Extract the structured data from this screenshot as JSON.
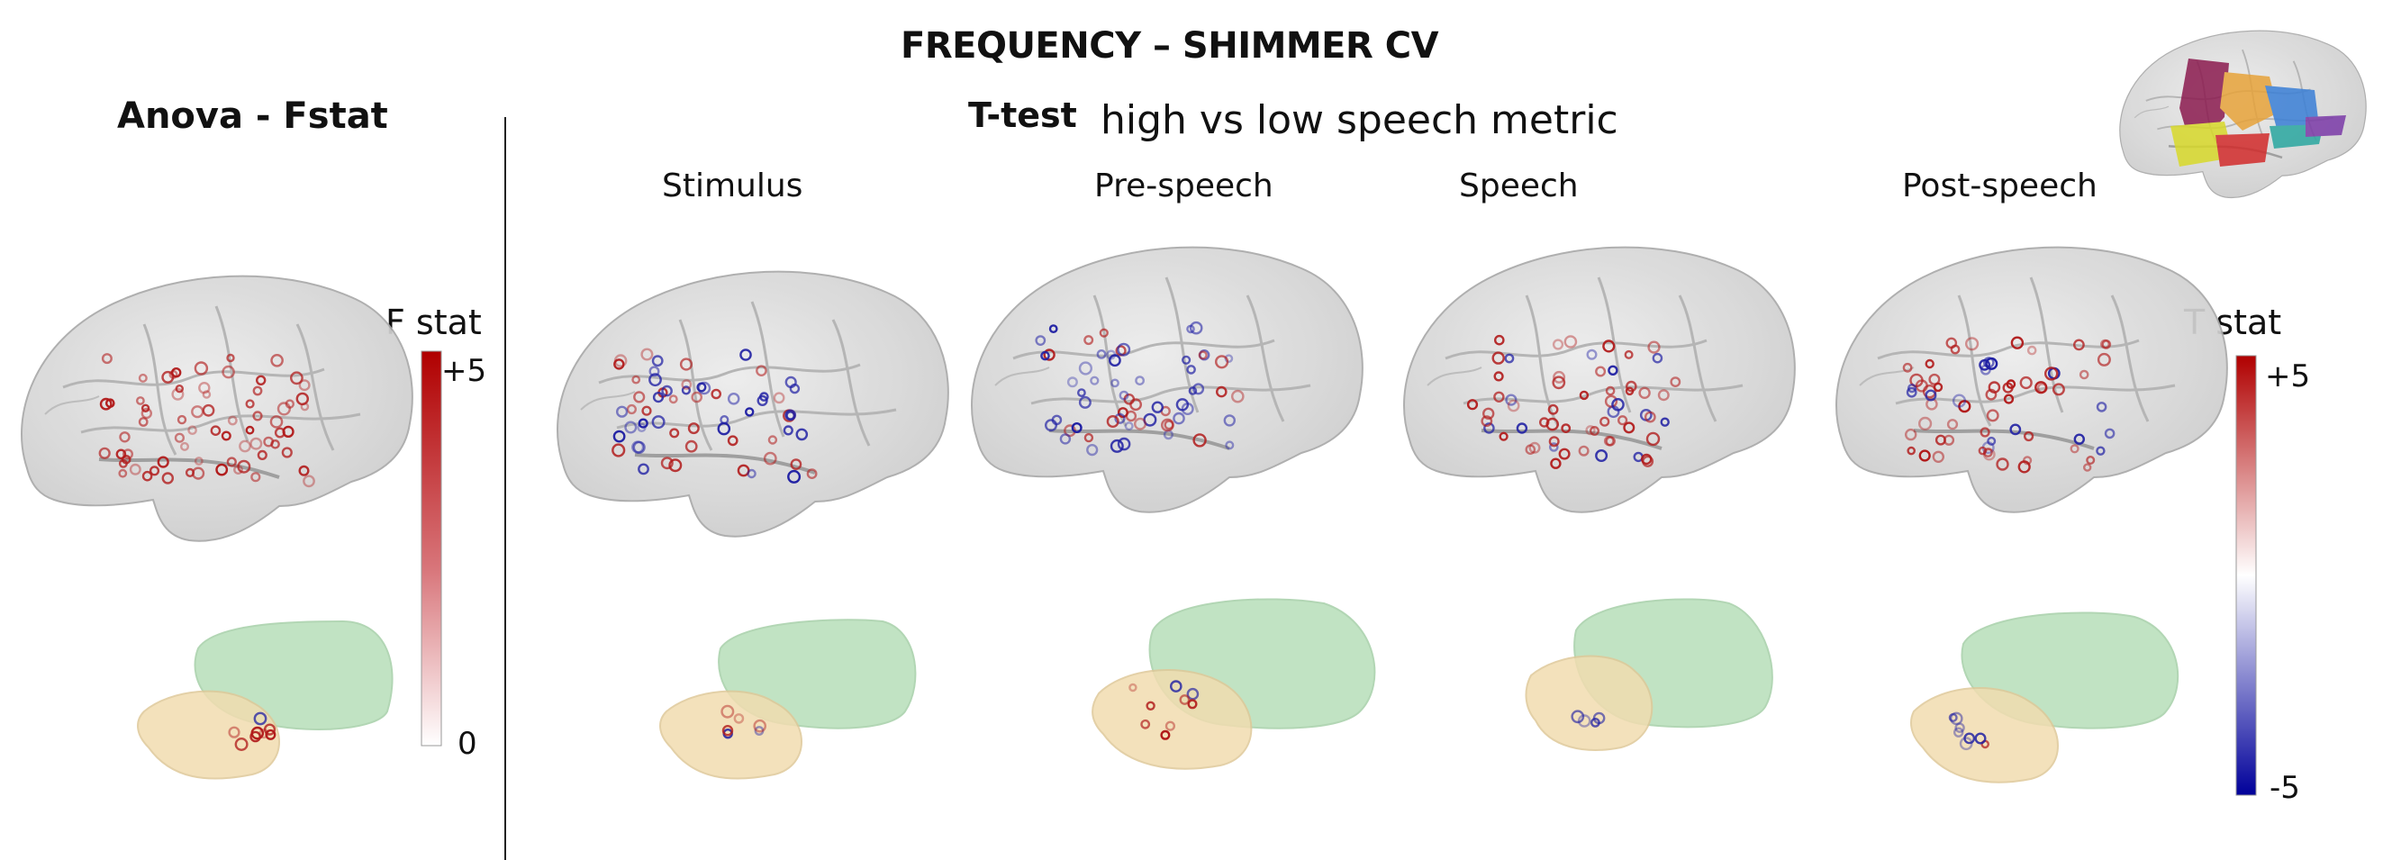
{
  "title": "FREQUENCY – SHIMMER CV",
  "anova": {
    "title": "Anova - Fstat"
  },
  "ttest": {
    "title_bold": "T-test",
    "title_rest": "high vs low speech metric"
  },
  "phases": [
    "Stimulus",
    "Pre-speech",
    "Speech",
    "Post-speech"
  ],
  "fstat_colorbar": {
    "label": "F stat",
    "max_label": "+5",
    "min_label": "0",
    "top_color": "#b00000",
    "bottom_color": "#ffffff"
  },
  "tstat_colorbar": {
    "label": "T stat",
    "max_label": "+5",
    "min_label": "-5",
    "top_color": "#b00000",
    "mid_color": "#ffffff",
    "bottom_color": "#00009a"
  },
  "colors": {
    "brain": "#d8d8d8",
    "positive": "#b11a1a",
    "negative": "#1f1fa3",
    "region_green": "#b7dfb9",
    "region_tan": "#f1dcb0"
  }
}
